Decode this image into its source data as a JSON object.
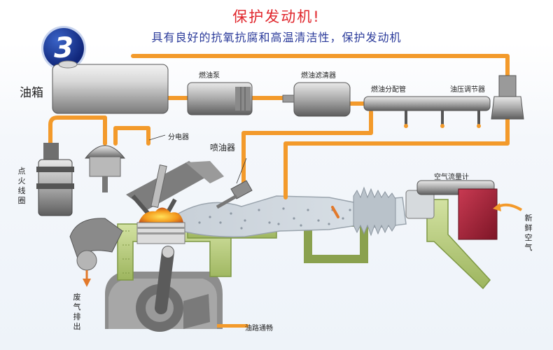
{
  "badge_number": "3",
  "title": "保护发动机!",
  "subtitle": "具有良好的抗氧抗腐和高温清洁性，保护发动机",
  "labels": {
    "tank": "油箱",
    "pump": "燃油泵",
    "filter": "燃油滤清器",
    "rail": "燃油分配管",
    "regulator": "油压调节器",
    "distributor": "分电器",
    "injector": "喷油器",
    "coil": "点火线圈",
    "airflow": "空气流量计",
    "fresh_air": "新鲜空气",
    "exhaust": "废气排出",
    "legend": "油路通畅"
  },
  "colors": {
    "fuel_line": "#f39a2b",
    "title_red": "#e0262c",
    "subtitle_blue": "#2a3a9a",
    "manifold_green": "#b8cf7a",
    "airflow_red": "#b0223a",
    "badge_blue": "#10267a"
  }
}
